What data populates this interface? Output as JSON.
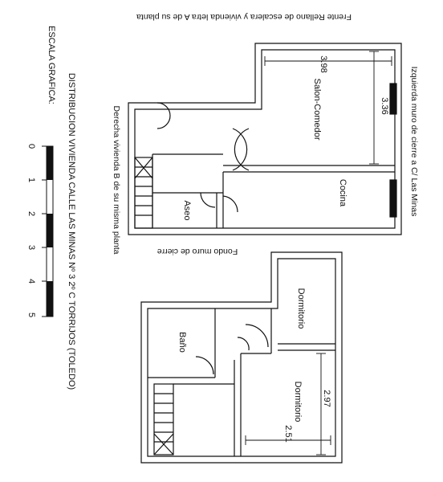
{
  "labels": {
    "frente": "Frente Rellano de escalera y vivienda letra A de su planta",
    "izquierda": "Izquierda muro de cierre a C/ Las Minas",
    "derecha": "Derecha vivienda B de su misma planta",
    "fondo": "Fondo muro de cierre",
    "distribucion": "DISTRIBUCION VIVIENDA CALLE LAS MINAS Nº 3 2º C TORRIJOS (TOLEDO)",
    "escala": "ESCALA GRAFICA:"
  },
  "rooms": {
    "salon": "Salon-Comedor",
    "cocina": "Cocina",
    "aseo": "Aseo",
    "dormitorio1": "Dormitorio",
    "dormitorio2": "Dormitorio",
    "bano": "Baño"
  },
  "dimensions": {
    "d398": "3.98",
    "d336": "3.36",
    "d297": "2.97",
    "d251": "2.51"
  },
  "scale": {
    "ticks": [
      "0",
      "1",
      "2",
      "3",
      "4",
      "5"
    ]
  }
}
